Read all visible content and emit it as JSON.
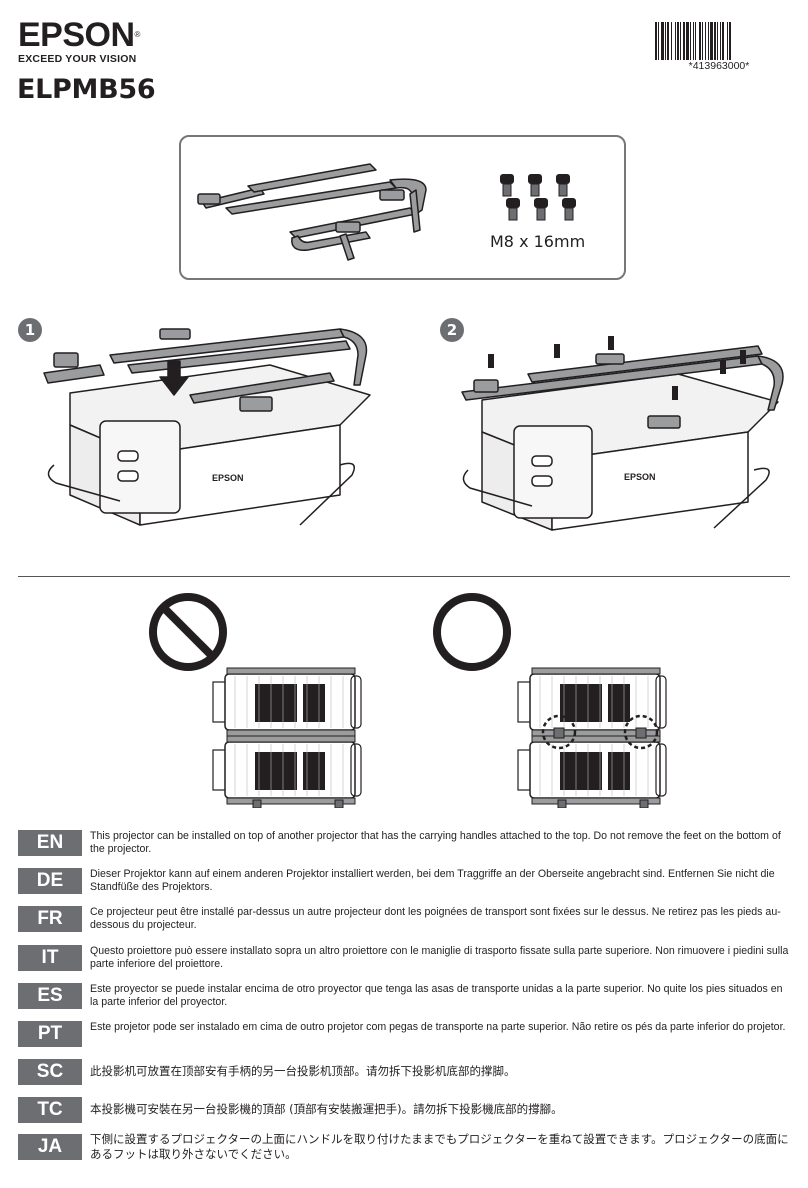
{
  "brand": {
    "name": "EPSON",
    "registered": "®",
    "tagline": "EXCEED YOUR VISION"
  },
  "model": "ELPMB56",
  "barcode": {
    "number": "*413963000*"
  },
  "parts": {
    "screw_spec": "M8 x 16mm",
    "screw_count": 6
  },
  "steps": [
    {
      "number": "1"
    },
    {
      "number": "2"
    }
  ],
  "languages": [
    {
      "code": "EN",
      "text": "This projector can be installed on top of another projector that has the carrying handles attached to the top. Do not remove the feet on the bottom of the projector."
    },
    {
      "code": "DE",
      "text": "Dieser Projektor kann auf einem anderen Projektor installiert werden, bei dem Traggriffe an der Oberseite angebracht sind. Entfernen Sie nicht die Standfüße des Projektors."
    },
    {
      "code": "FR",
      "text": "Ce projecteur peut être installé par-dessus un autre projecteur dont les poignées de transport sont fixées sur le dessus. Ne retirez pas les pieds au-dessous du projecteur."
    },
    {
      "code": "IT",
      "text": "Questo proiettore può essere installato sopra un altro proiettore con le maniglie di trasporto fissate sulla parte superiore. Non rimuovere i piedini sulla parte inferiore del proiettore."
    },
    {
      "code": "ES",
      "text": "Este proyector se puede instalar encima de otro proyector que tenga las asas de transporte unidas a la parte superior. No quite los pies situados en la parte inferior del proyector."
    },
    {
      "code": "PT",
      "text": "Este projetor pode ser instalado em cima de outro projetor com pegas de transporte na parte superior. Não retire os pés da parte inferior do projetor."
    },
    {
      "code": "SC",
      "text": "此投影机可放置在顶部安有手柄的另一台投影机顶部。请勿拆下投影机底部的撑脚。"
    },
    {
      "code": "TC",
      "text": "本投影機可安裝在另一台投影機的頂部 (頂部有安裝搬運把手)。請勿拆下投影機底部的撐腳。"
    },
    {
      "code": "JA",
      "text": "下側に設置するプロジェクターの上面にハンドルを取り付けたままでもプロジェクターを重ねて設置できます。プロジェクターの底面にあるフットは取り外さないでください。"
    }
  ],
  "colors": {
    "badge": "#6d6e71",
    "text": "#231f20",
    "frame_fill": "#8a8c8e",
    "prohibit": "#231f20"
  }
}
